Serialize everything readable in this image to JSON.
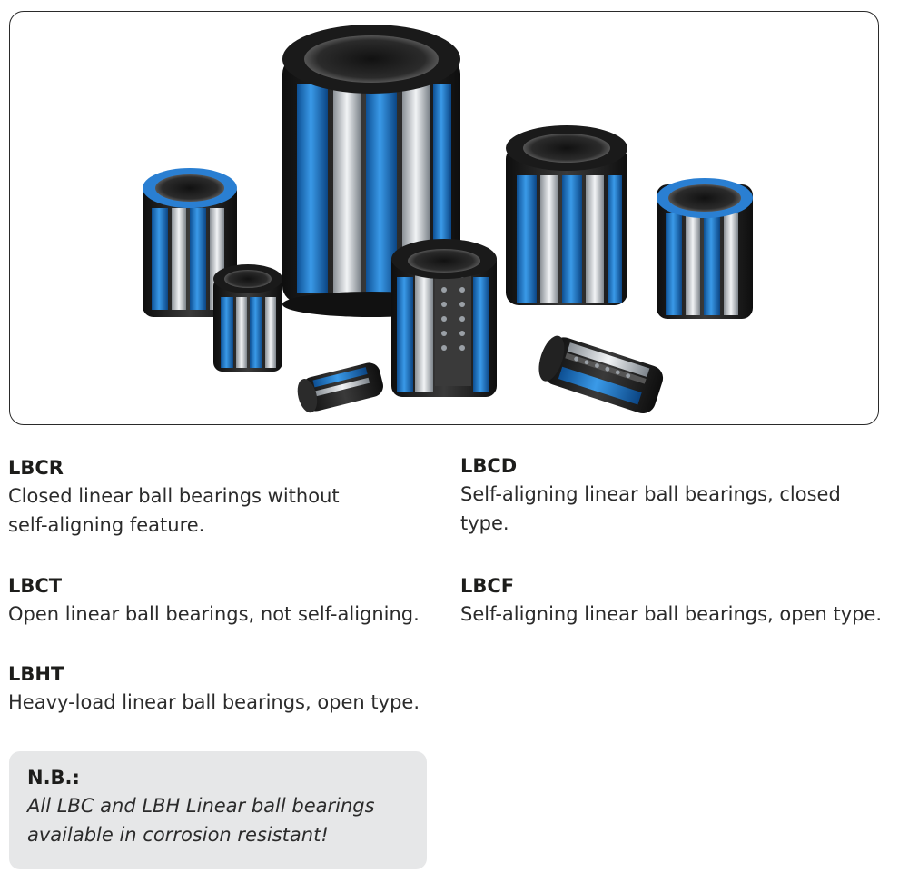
{
  "products": [
    {
      "code": "LBCR",
      "description_line1": "Closed linear ball bearings without",
      "description_line2": "self-aligning feature."
    },
    {
      "code": "LBCD",
      "description_line1": "Self-aligning linear ball bearings, closed",
      "description_line2": "type."
    },
    {
      "code": "LBCT",
      "description_line1": "Open linear ball bearings, not self-aligning."
    },
    {
      "code": "LBCF",
      "description_line1": "Self-aligning linear ball bearings, open type."
    },
    {
      "code": "LBHT",
      "description_line1": "Heavy-load linear ball bearings, open type."
    }
  ],
  "note": {
    "title": "N.B.:",
    "line1": "All LBC and LBH Linear ball bearings",
    "line2": "available in corrosion resistant!"
  },
  "colors": {
    "bearing_blue": "#1e7fd0",
    "bearing_black": "#1c1c1c",
    "steel": "#c8ccd0",
    "note_background": "#e6e7e8"
  }
}
